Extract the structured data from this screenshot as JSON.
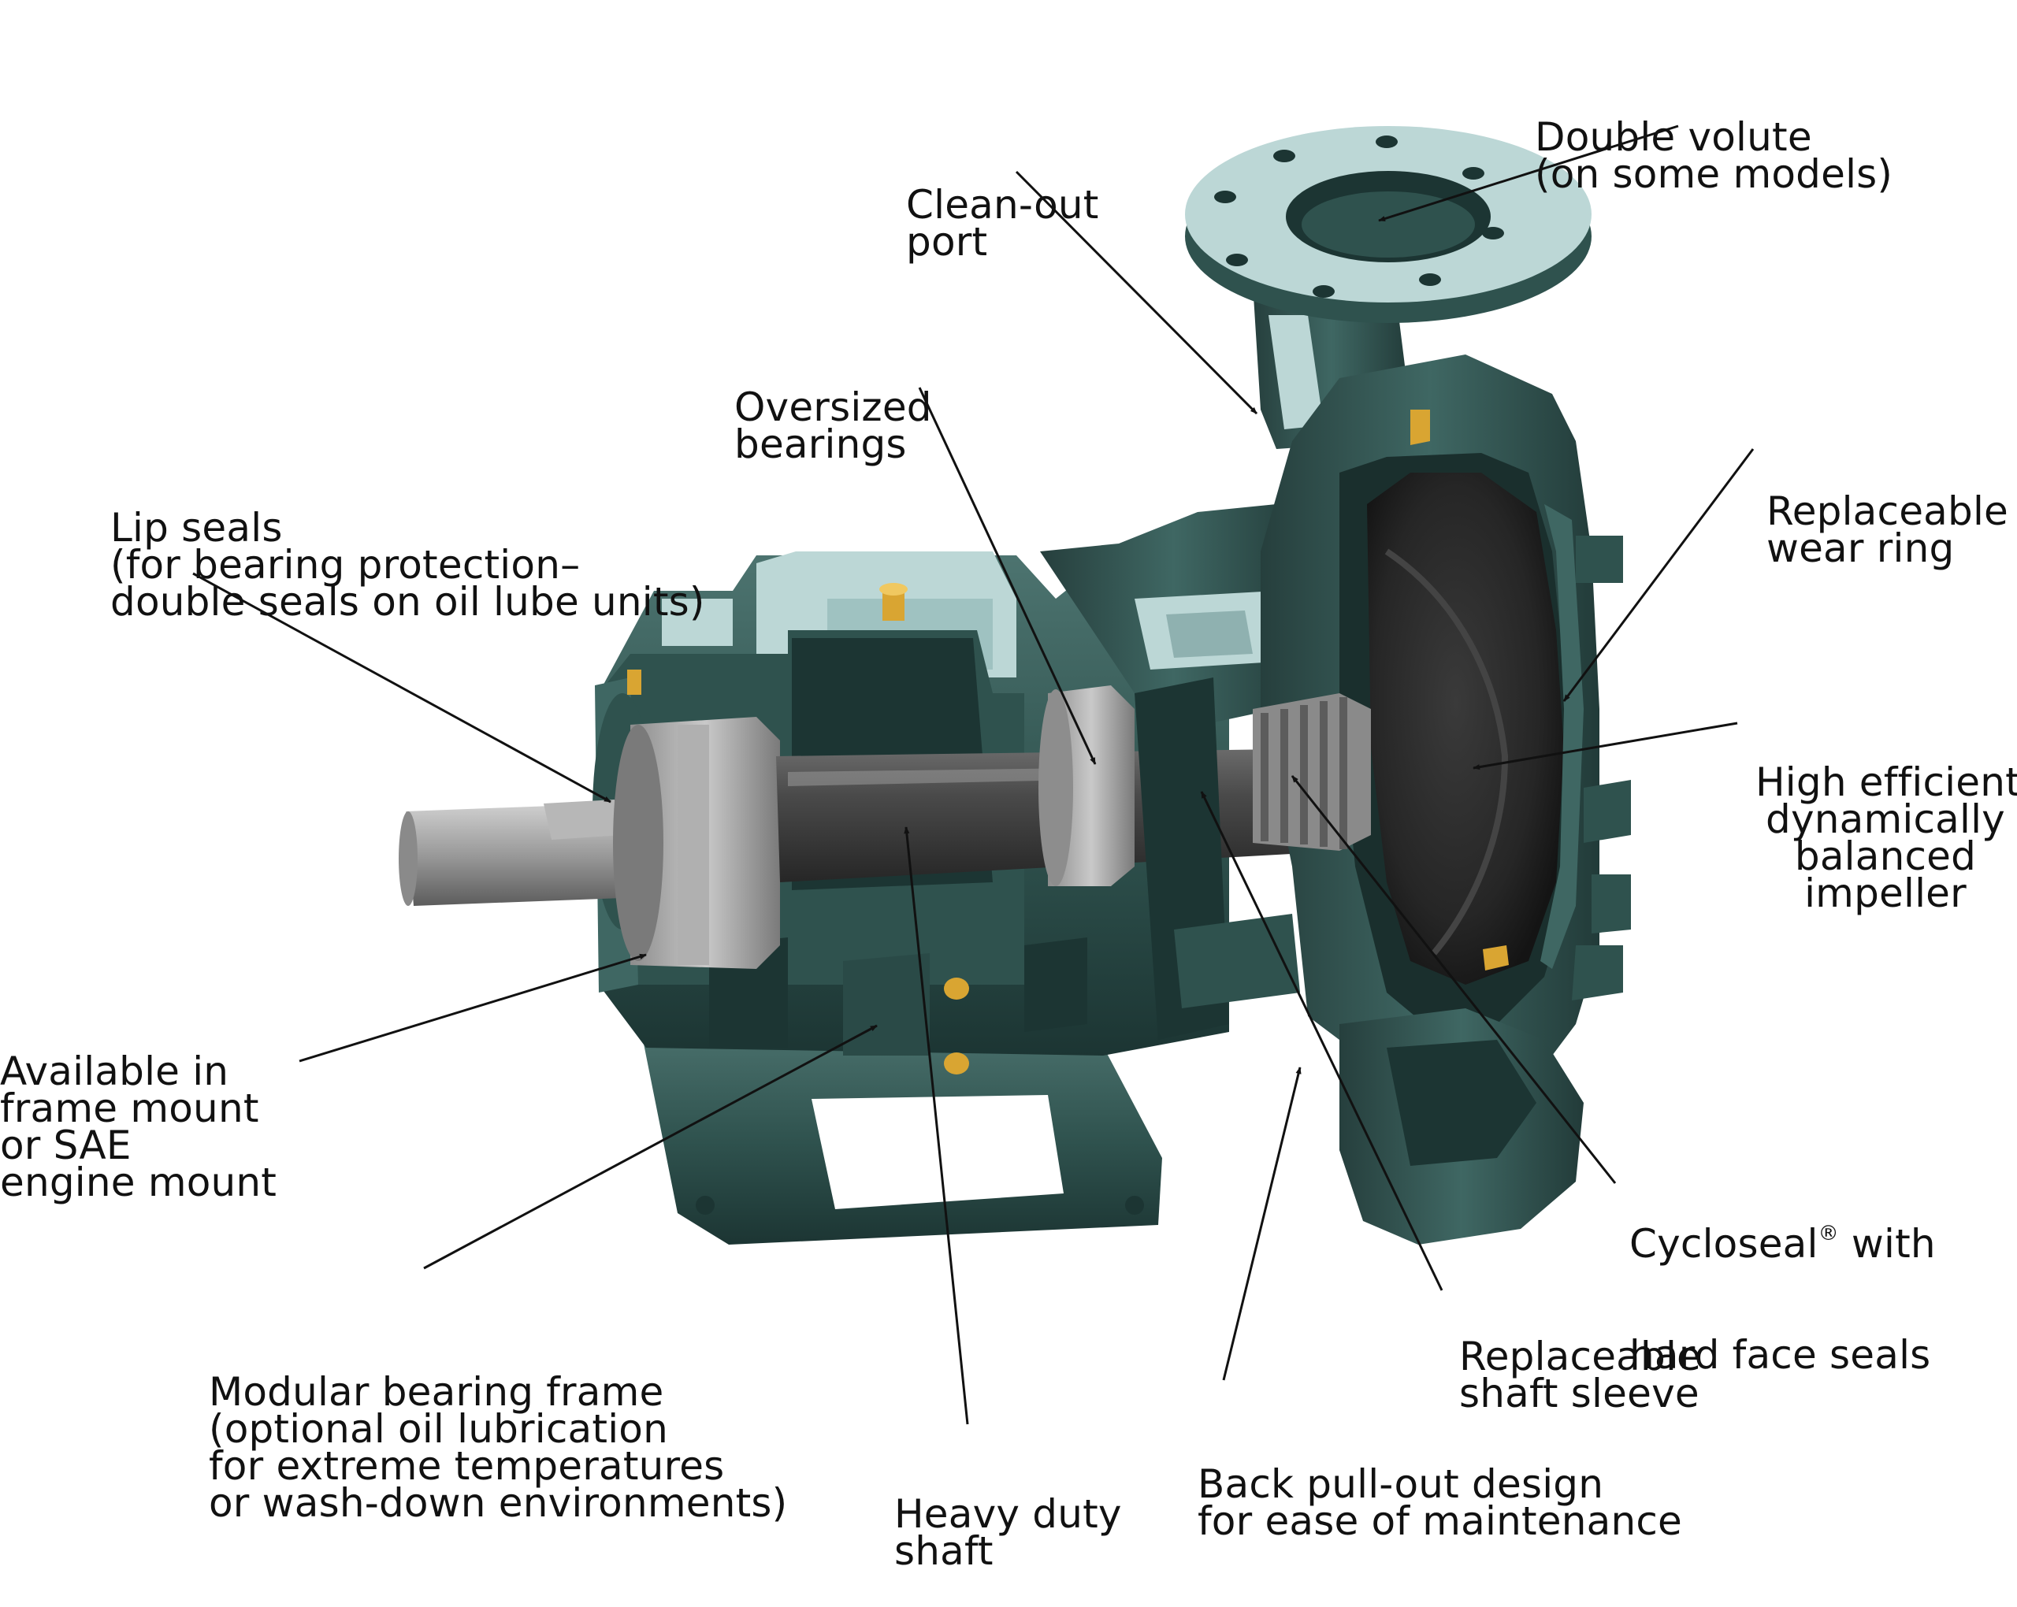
{
  "callouts": {
    "double_volute": [
      "Double volute",
      "(on some models)"
    ],
    "clean_out_port": [
      "Clean-out",
      "port"
    ],
    "oversized_bearings": [
      "Oversized",
      "bearings"
    ],
    "lip_seals": [
      "Lip seals",
      "(for bearing protection–",
      "double seals on oil lube units)"
    ],
    "replaceable_wear_ring": [
      "Replaceable",
      "wear ring"
    ],
    "impeller": [
      "High efficient",
      "dynamically",
      "balanced",
      "impeller"
    ],
    "frame_mount": [
      "Available in",
      "frame mount",
      "or SAE",
      "engine mount"
    ],
    "cycloseal": {
      "name": "Cycloseal",
      "mark": "®",
      "rest": " with",
      "line2": "hard face seals"
    },
    "shaft_sleeve": [
      "Replaceable",
      "shaft sleeve"
    ],
    "back_pullout": [
      "Back pull-out design",
      "for ease of maintenance"
    ],
    "bearing_frame": [
      "Modular bearing frame",
      "(optional oil lubrication",
      "for extreme temperatures",
      "or wash-down environments)"
    ],
    "heavy_shaft": [
      "Heavy duty",
      "shaft"
    ]
  },
  "colors": {
    "casing": "#2f524e",
    "casing_light": "#4d7470",
    "casing_dark": "#1c3533",
    "inner_light": "#c6dedd",
    "flange": "#bcd7d6",
    "steel": "#9a9a9a",
    "steel_dark": "#5c5c5c",
    "shaft": "#3e3e3e",
    "impeller": "#2a2a2a",
    "brass": "#d9a532",
    "leader": "#111111"
  }
}
